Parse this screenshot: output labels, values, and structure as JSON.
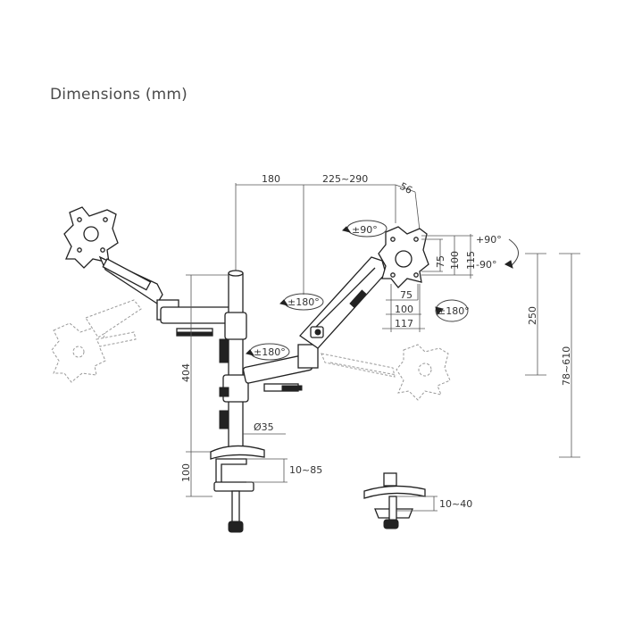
{
  "title": "Dimensions (mm)",
  "dimensions": {
    "d180": "180",
    "d225_290": "225~290",
    "d56": "56",
    "vesa_75w": "75",
    "vesa_100w": "100",
    "vesa_117w": "117",
    "vesa_75h": "75",
    "vesa_100h": "100",
    "vesa_115h": "115",
    "d250": "250",
    "d78_610": "78~610",
    "d404": "404",
    "d100": "100",
    "d35": "Ø35",
    "d10_85": "10~85",
    "d10_40": "10~40"
  },
  "rotations": {
    "tilt_up": "+90°",
    "tilt_down": "-90°",
    "swivel_90": "±90°",
    "rot_180_panel": "±180°",
    "rot_180_arm_upper": "±180°",
    "rot_180_arm_lower": "±180°"
  }
}
